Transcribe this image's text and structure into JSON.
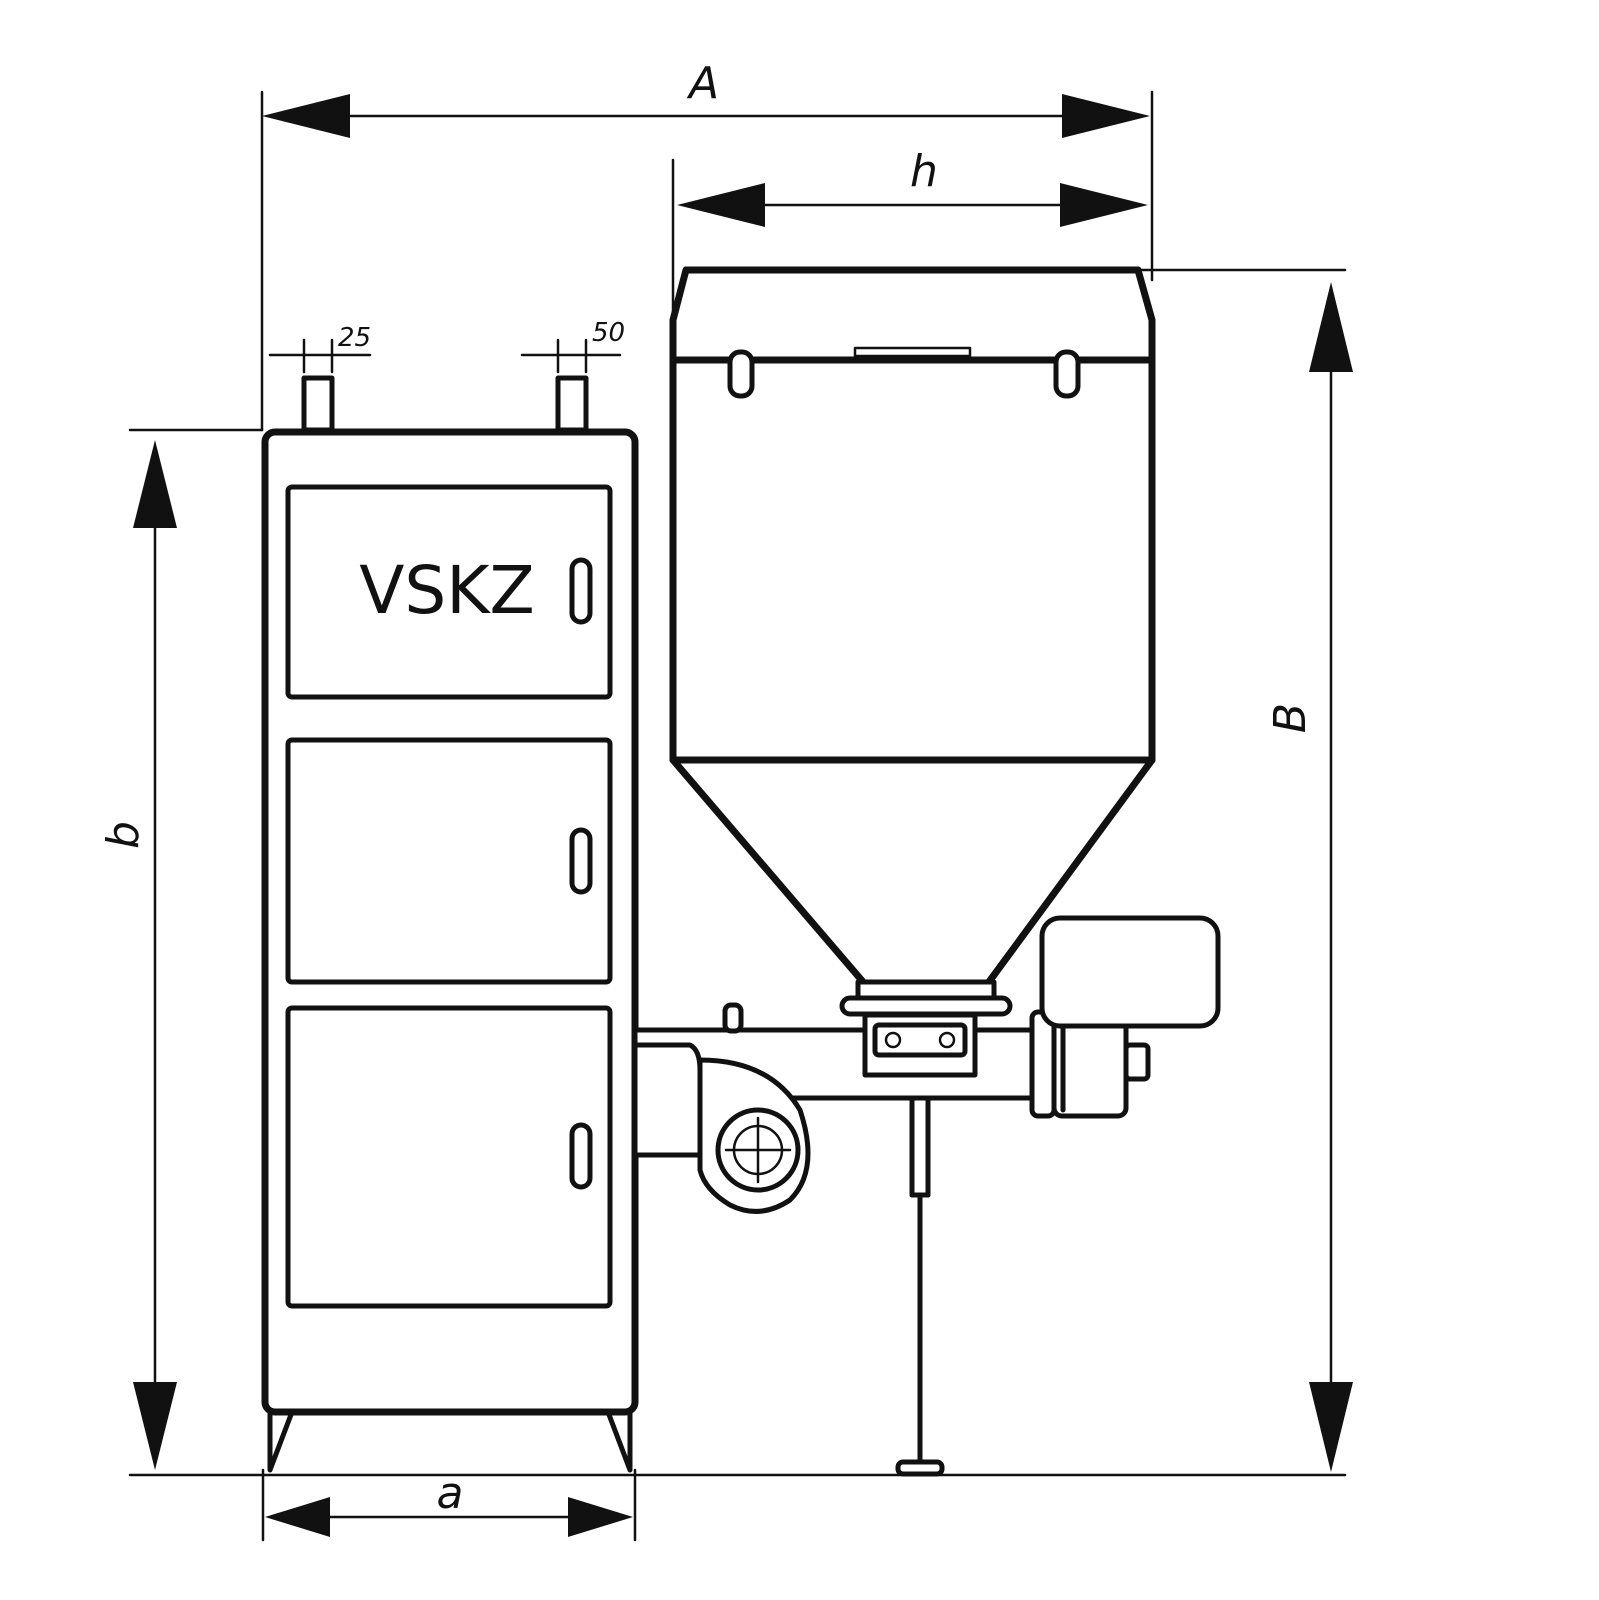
{
  "diagram": {
    "brand_label": "VSKZ",
    "dimensions": {
      "overall_width": "A",
      "hopper_width": "h",
      "overall_height": "B",
      "boiler_height": "b",
      "boiler_width": "a"
    },
    "pipe_sizes": {
      "left_pipe": "25",
      "right_pipe": "50"
    }
  }
}
